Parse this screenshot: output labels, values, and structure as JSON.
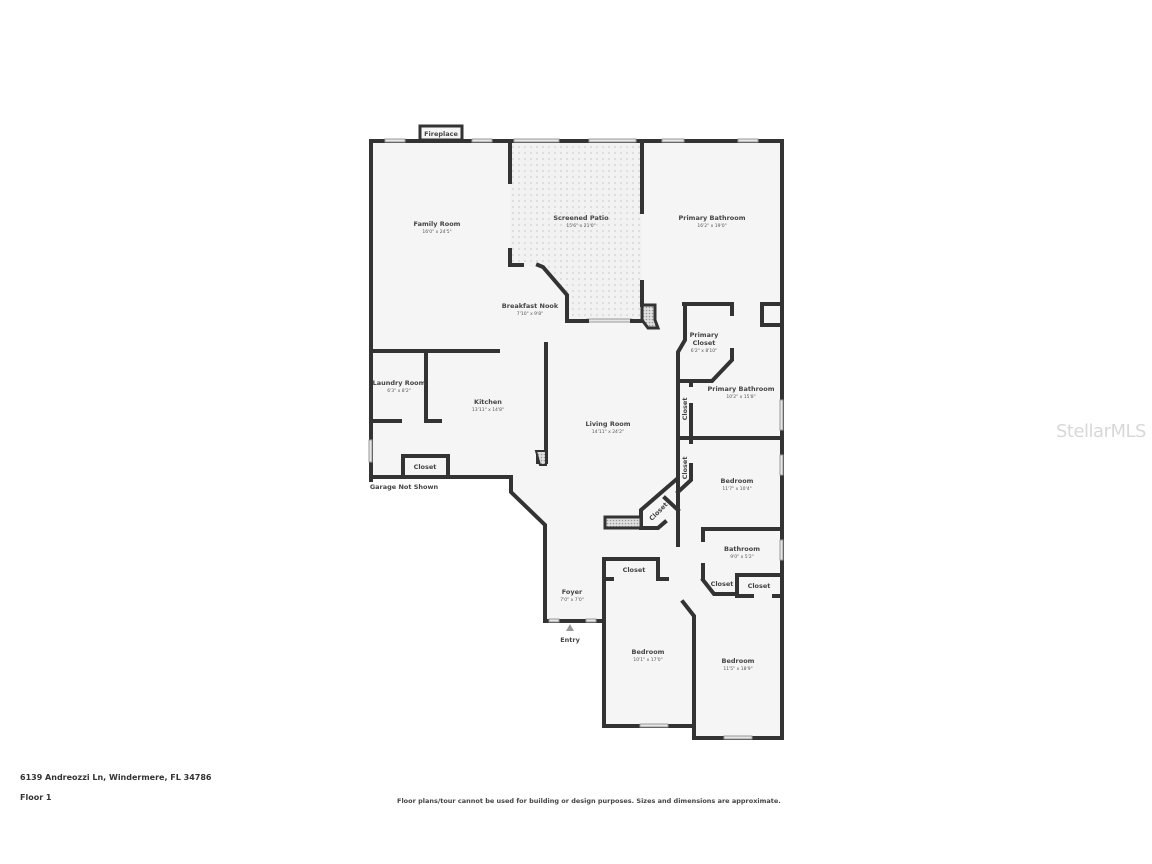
{
  "rooms": {
    "family_room": {
      "name": "Family Room",
      "dims": "16'0\" x 24'5\""
    },
    "screened_patio": {
      "name": "Screened Patio",
      "dims": "15'6\" x 21'0\""
    },
    "primary_bathroom_top": {
      "name": "Primary Bathroom",
      "dims": "16'2\" x 19'0\""
    },
    "breakfast_nook": {
      "name": "Breakfast Nook",
      "dims": "7'10\" x 9'8\""
    },
    "primary_closet": {
      "name_line1": "Primary",
      "name_line2": "Closet",
      "dims": "6'2\" x 8'10\""
    },
    "primary_bathroom": {
      "name": "Primary Bathroom",
      "dims": "10'2\" x 15'8\""
    },
    "laundry_room": {
      "name": "Laundry Room",
      "dims": "6'3\" x 8'2\""
    },
    "kitchen": {
      "name": "Kitchen",
      "dims": "13'11\" x 14'8\""
    },
    "living_room": {
      "name": "Living Room",
      "dims": "14'11\" x 24'2\""
    },
    "bedroom_1": {
      "name": "Bedroom",
      "dims": "11'7\" x 10'4\""
    },
    "bathroom": {
      "name": "Bathroom",
      "dims": "9'0\" x 5'2\""
    },
    "foyer": {
      "name": "Foyer",
      "dims": "7'0\" x 7'0\""
    },
    "bedroom_2": {
      "name": "Bedroom",
      "dims": "10'1\" x 17'0\""
    },
    "bedroom_3": {
      "name": "Bedroom",
      "dims": "11'5\" x 18'9\""
    }
  },
  "labels": {
    "fireplace": "Fireplace",
    "closet": "Closet",
    "garage_not_shown": "Garage Not Shown",
    "entry": "Entry"
  },
  "footer": {
    "address": "6139 Andreozzi Ln, Windermere, FL 34786",
    "floor": "Floor 1",
    "disclaimer": "Floor plans/tour cannot be used for building or design purposes. Sizes and dimensions are approximate."
  },
  "watermark": "StellarMLS",
  "colors": {
    "wall": "#333333",
    "floor": "#f5f5f5",
    "patio": "#ececec"
  }
}
